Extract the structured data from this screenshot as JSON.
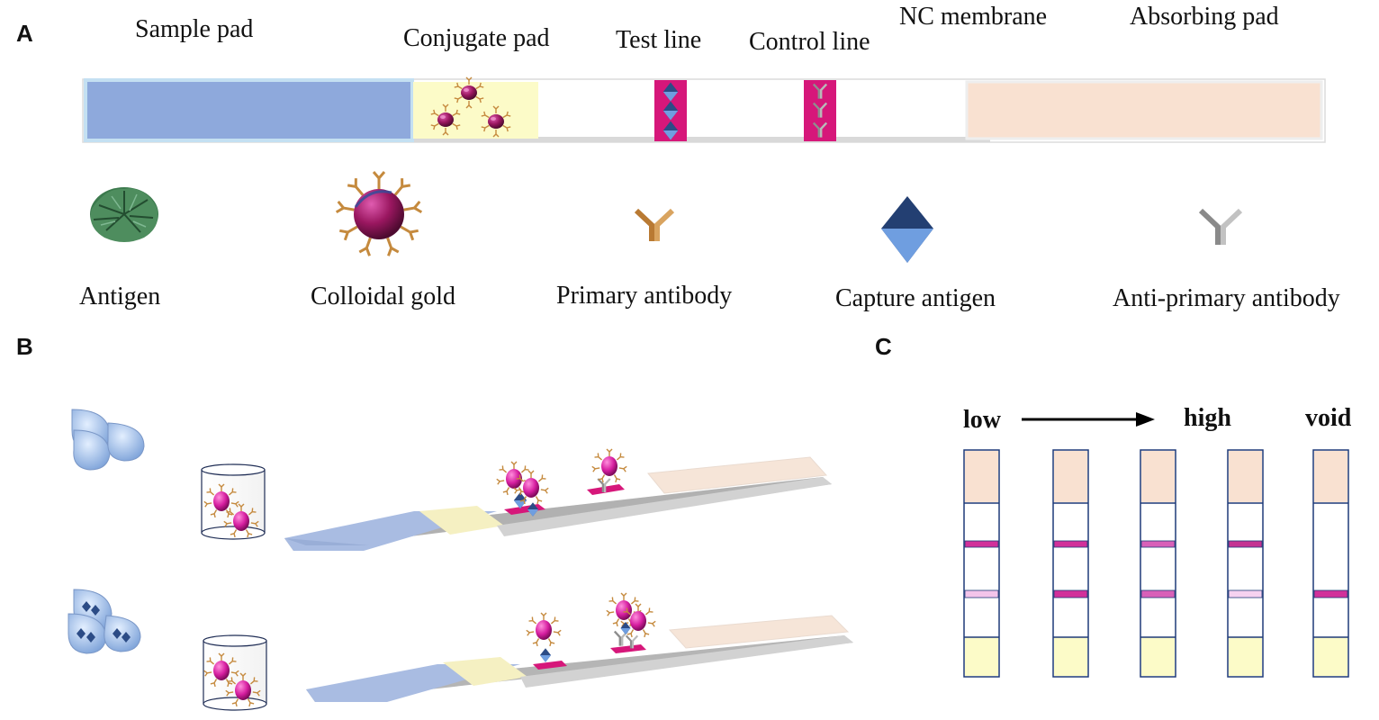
{
  "panels": {
    "a": "A",
    "b": "B",
    "c": "C"
  },
  "strip_labels": {
    "sample_pad": "Sample pad",
    "conjugate_pad": "Conjugate pad",
    "test_line": "Test line",
    "control_line": "Control line",
    "nc_membrane": "NC membrane",
    "absorbing_pad": "Absorbing pad"
  },
  "legend": {
    "antigen": "Antigen",
    "colloidal_gold": "Colloidal gold",
    "primary_antibody": "Primary antibody",
    "capture_antigen": "Capture antigen",
    "anti_primary_antibody": "Anti-primary antibody"
  },
  "panel_c": {
    "low": "low",
    "high": "high",
    "void": "void",
    "strips": [
      {
        "control_line": "#d1309a",
        "test_line": "#f3c4ea"
      },
      {
        "control_line": "#d1309a",
        "test_line": "#d1309a"
      },
      {
        "control_line": "#d860b8",
        "test_line": "#d860b8"
      },
      {
        "control_line": "#c43392",
        "test_line": "#f6d2f0"
      },
      {
        "control_line": null,
        "test_line": "#d1309a"
      }
    ]
  },
  "colors": {
    "sample_pad": "#8ea9dc",
    "conjugate_pad": "#fcfbc8",
    "absorbing_pad": "#f9e1d1",
    "line_magenta": "#d6177a",
    "gold_particle": "#8a1550"
  }
}
